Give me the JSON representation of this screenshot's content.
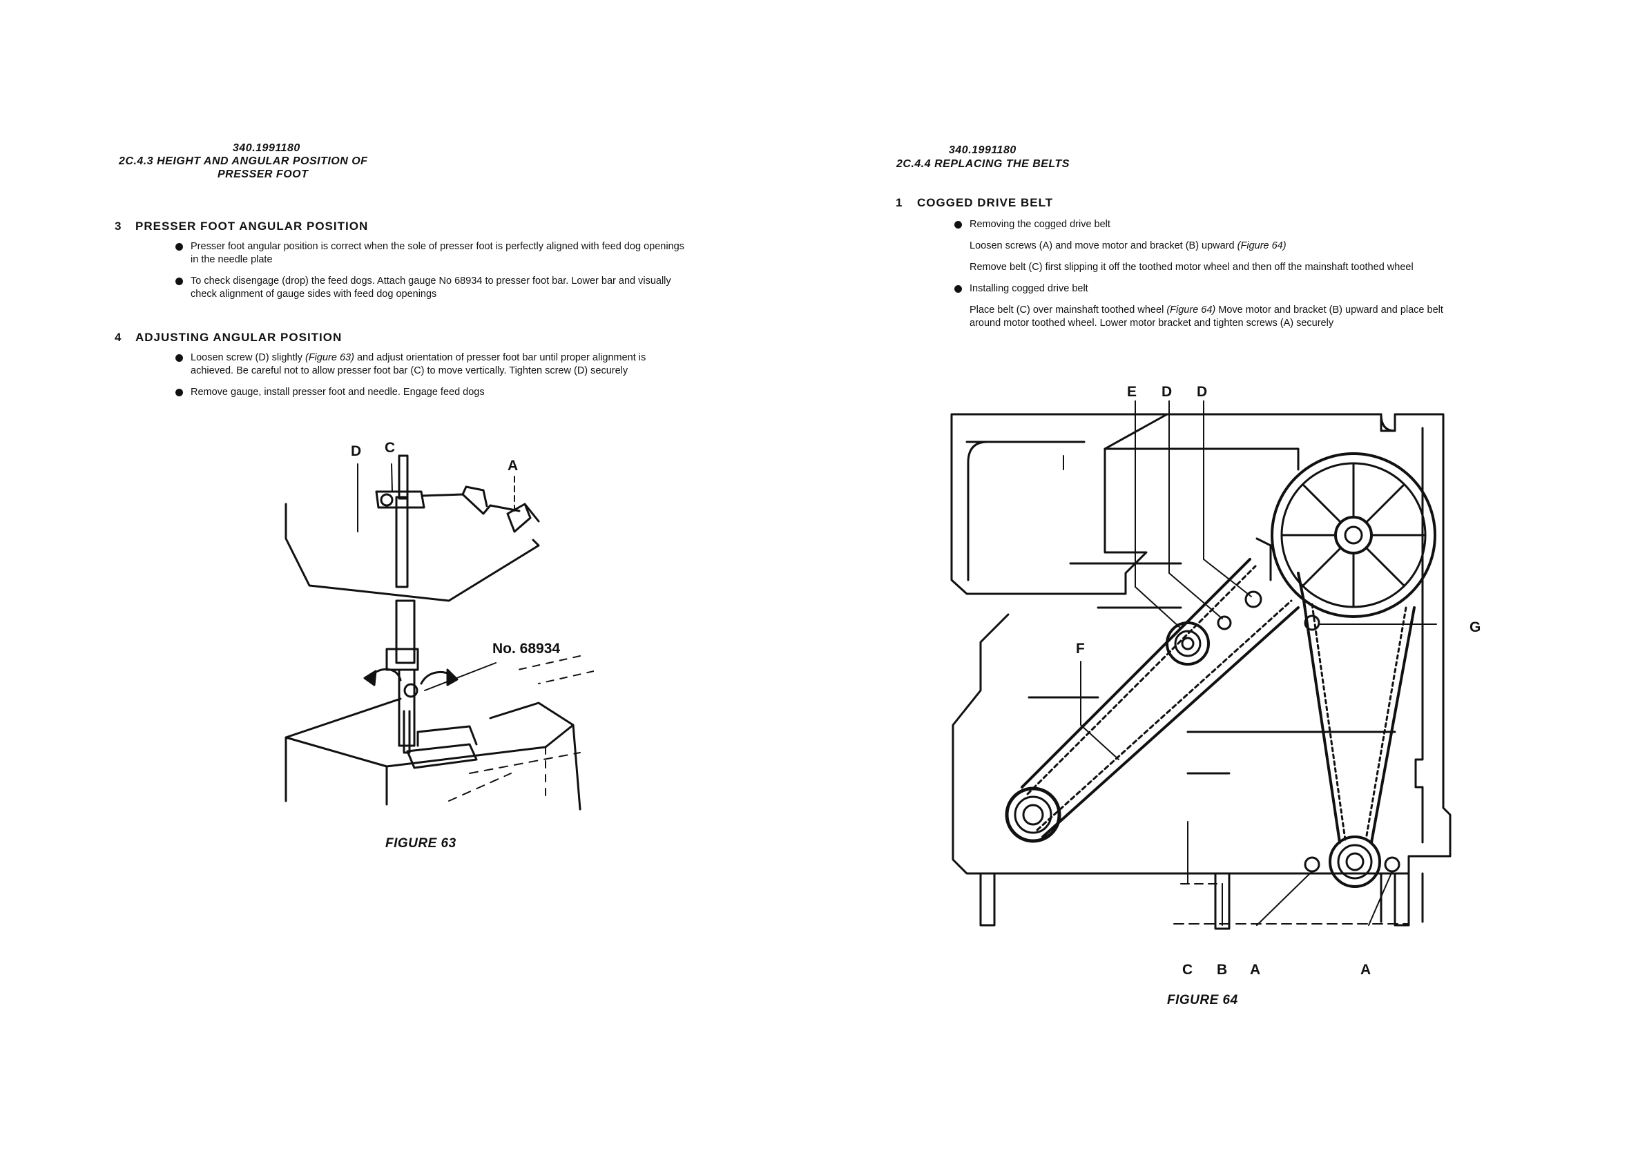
{
  "left": {
    "doc_number": "340.1991180",
    "section_title_line1": "2C.4.3  HEIGHT AND ANGULAR POSITION OF",
    "section_title_line2": "PRESSER FOOT",
    "s3": {
      "number": "3",
      "title": "PRESSER FOOT ANGULAR POSITION",
      "bullet1": "Presser foot angular position is correct when the sole of presser foot is perfectly aligned with feed dog openings in the needle plate",
      "bullet2": "To check disengage (drop) the feed dogs. Attach gauge No 68934 to presser foot bar. Lower bar and visually check alignment of gauge sides with feed dog openings"
    },
    "s4": {
      "number": "4",
      "title": "ADJUSTING ANGULAR POSITION",
      "bullet1_pre": "Loosen screw (D) slightly ",
      "bullet1_ref": "(Figure 63)",
      "bullet1_post": " and adjust orientation of presser foot bar until proper alignment is achieved. Be careful not to allow presser foot bar (C) to move vertically. Tighten screw (D) securely",
      "bullet2": "Remove gauge, install presser foot and needle. Engage feed dogs"
    },
    "figure": {
      "label_d": "D",
      "label_c": "C",
      "label_a": "A",
      "gauge_label": "No. 68934",
      "caption": "FIGURE 63"
    }
  },
  "right": {
    "doc_number": "340.1991180",
    "section_title": "2C.4.4  REPLACING THE BELTS",
    "s1": {
      "number": "1",
      "title": "COGGED DRIVE BELT",
      "bullet1": "Removing the cogged drive belt",
      "p1_pre": "Loosen screws (A) and move motor and bracket (B) upward ",
      "p1_ref": "(Figure 64)",
      "p2": "Remove belt (C) first slipping it off the toothed motor wheel and then off the mainshaft toothed wheel",
      "bullet2": "Installing cogged drive belt",
      "p3_pre": "Place belt (C) over mainshaft toothed wheel ",
      "p3_ref": "(Figure 64)",
      "p3_post": " Move motor and bracket (B) upward and place belt around motor toothed wheel. Lower motor bracket and tighten screws (A) securely"
    },
    "figure": {
      "label_e": "E",
      "label_d1": "D",
      "label_d2": "D",
      "label_f": "F",
      "label_g": "G",
      "label_c": "C",
      "label_b": "B",
      "label_a1": "A",
      "label_a2": "A",
      "caption": "FIGURE 64"
    }
  }
}
